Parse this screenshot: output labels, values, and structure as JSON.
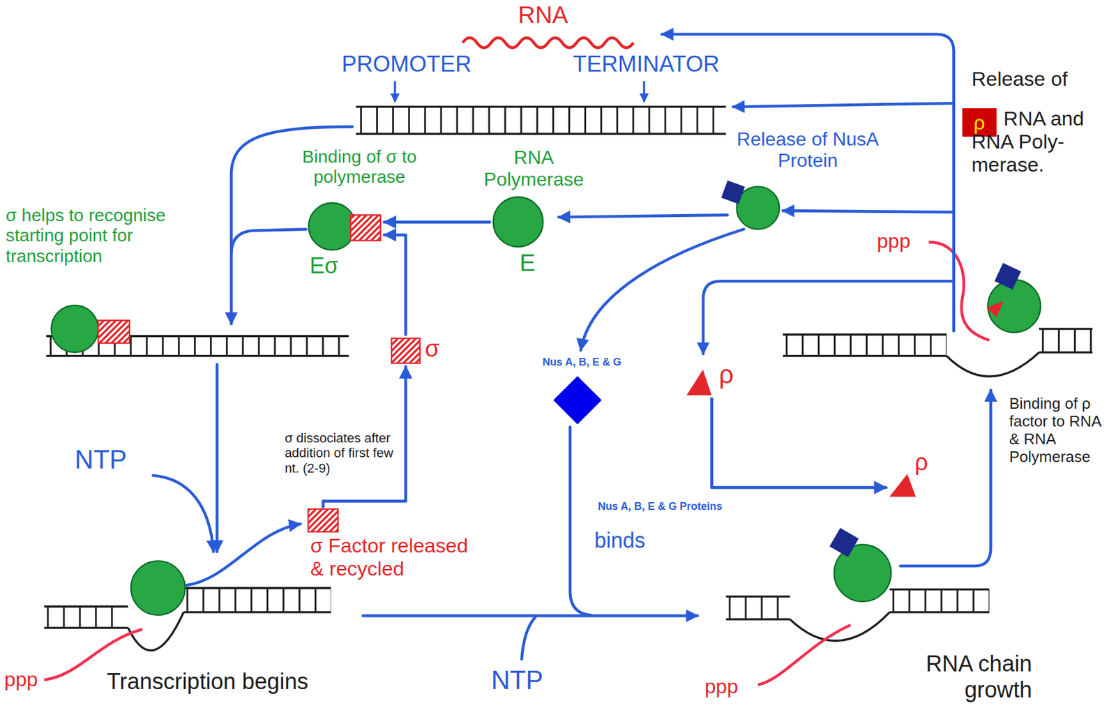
{
  "diagram": {
    "nodes": [
      {
        "text": [
          "Eσ"
        ]
      },
      {
        "text": [
          "E"
        ]
      },
      {
        "text": [
          "σ"
        ]
      },
      {
        "text": [
          "Nus A, B, E & G"
        ]
      },
      {
        "text": [
          "ρ"
        ]
      },
      {
        "text": [
          "ρ"
        ]
      },
      {
        "text": [
          "σ Factor released & recycled"
        ]
      }
    ],
    "edges": [
      {
        "from": 1,
        "to": 0,
        "arrow": "to"
      },
      {
        "from": 2,
        "to": 0,
        "arrow": "to"
      },
      {
        "from": 6,
        "to": 2,
        "arrow": "to"
      },
      {
        "from": 4,
        "to": 5,
        "arrow": "to"
      }
    ],
    "labels": [
      "RNA",
      "PROMOTER",
      "TERMINATOR",
      "Release of",
      "ρ",
      "RNA and RNA Poly-merase.",
      "Release of NusA Protein",
      "Binding of σ to polymerase",
      "RNA Polymerase",
      "σ helps to recognise starting point for transcription",
      "ppp",
      "σ dissociates after addition of first few nt. (2-9)",
      "NTP",
      "Nus A, B, E & G Proteins",
      "binds",
      "Binding of ρ factor to RNA & RNA Polymerase",
      "ppp",
      "Transcription begins",
      "NTP",
      "ppp",
      "RNA chain growth"
    ]
  }
}
